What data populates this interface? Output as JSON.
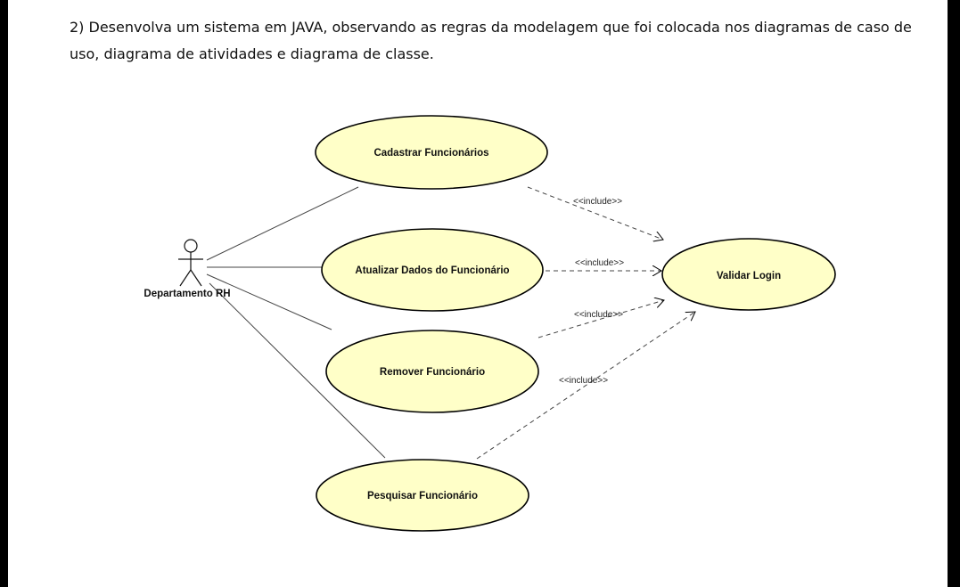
{
  "question": "2) Desenvolva um sistema em JAVA, observando as regras da modelagem que foi colocada nos diagramas de caso de uso, diagrama de atividades e diagrama de classe.",
  "actor": {
    "label": "Departamento RH"
  },
  "use_cases": {
    "cadastrar": "Cadastrar Funcionários",
    "atualizar": "Atualizar Dados do Funcionário",
    "remover": "Remover Funcionário",
    "pesquisar": "Pesquisar Funcionário",
    "validar": "Validar Login"
  },
  "include_label": "<<include>>",
  "colors": {
    "usecase_fill": "#ffffc8",
    "stroke": "#000000"
  }
}
